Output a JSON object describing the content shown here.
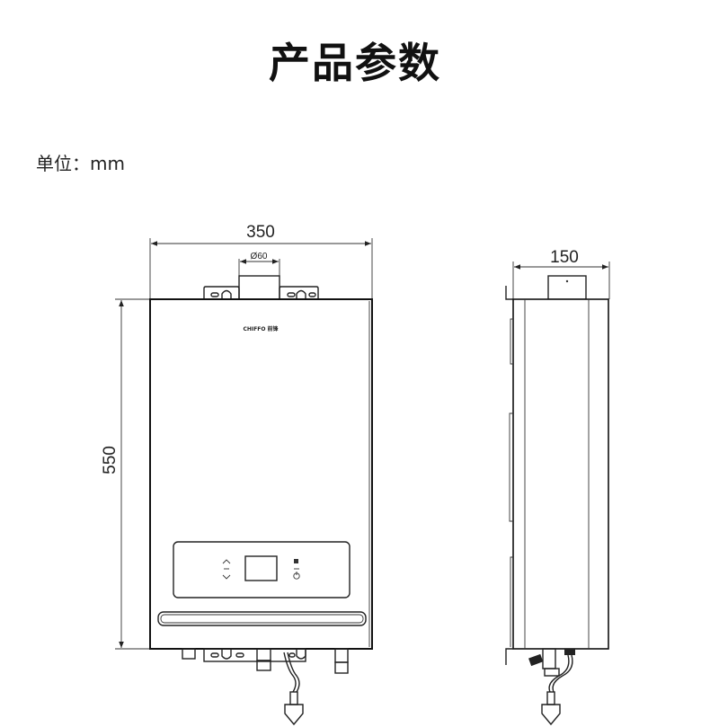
{
  "title": "产品参数",
  "unit_label": "单位：mm",
  "dimensions": {
    "width": "350",
    "height": "550",
    "depth": "150",
    "flue_diameter": "Ø60"
  },
  "brand_logo": "CHIFFO 前锋",
  "colors": {
    "line": "#222222",
    "background": "#ffffff"
  }
}
